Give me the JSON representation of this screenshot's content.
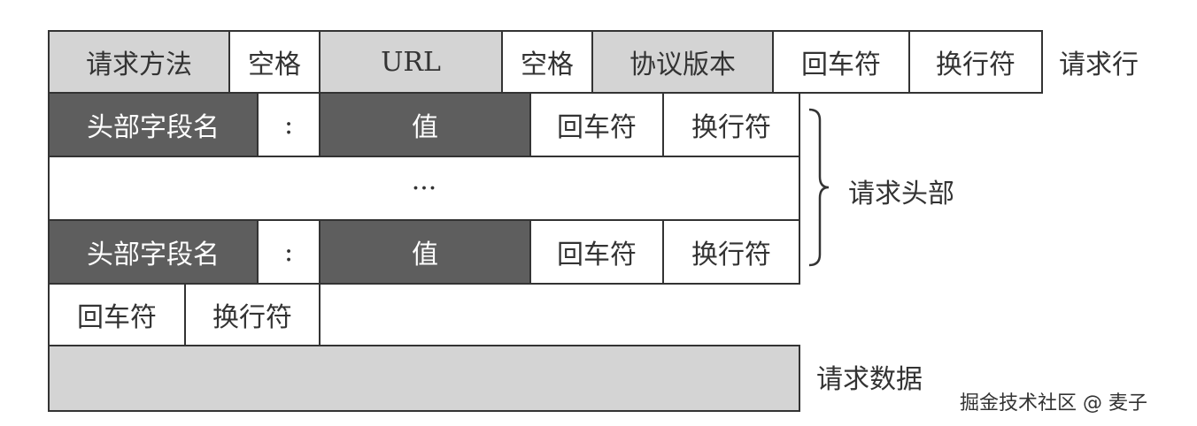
{
  "request_line": {
    "cells": [
      "请求方法",
      "空格",
      "URL",
      "空格",
      "协议版本",
      "回车符",
      "换行符"
    ],
    "label": "请求行"
  },
  "header_row_1": {
    "cells": [
      "头部字段名",
      ":",
      "值",
      "回车符",
      "换行符"
    ]
  },
  "ellipsis_row": {
    "text": "···"
  },
  "header_row_2": {
    "cells": [
      "头部字段名",
      ":",
      "值",
      "回车符",
      "换行符"
    ]
  },
  "headers_label": "请求头部",
  "blank_line": {
    "cells": [
      "回车符",
      "换行符"
    ]
  },
  "body_label": "请求数据",
  "watermark": "掘金技术社区 @ 麦子"
}
